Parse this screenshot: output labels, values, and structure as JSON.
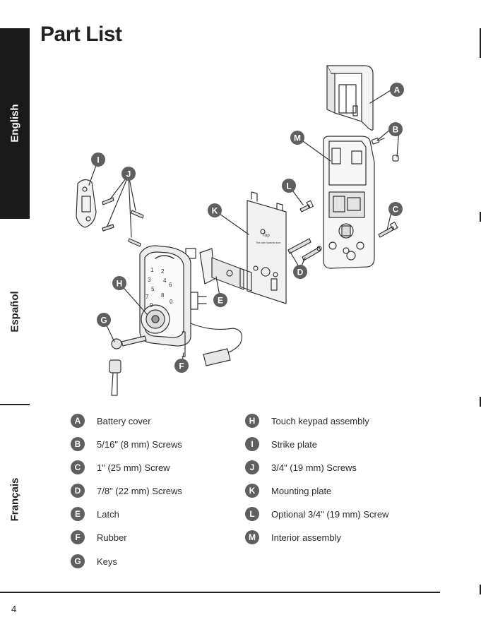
{
  "page": {
    "title": "Part List",
    "number": "4"
  },
  "language_tabs": [
    {
      "label": "English",
      "active": true
    },
    {
      "label": "Español",
      "active": false
    },
    {
      "label": "Français",
      "active": false
    }
  ],
  "diagram": {
    "callouts": [
      "A",
      "B",
      "C",
      "D",
      "E",
      "F",
      "G",
      "H",
      "I",
      "J",
      "K",
      "L",
      "M"
    ],
    "keypad_keys": [
      "1",
      "2",
      "3",
      "4",
      "5",
      "6",
      "7",
      "8",
      "9",
      "0"
    ],
    "mounting_plate_text": [
      "Top",
      "This side towards door"
    ]
  },
  "legend": {
    "left": [
      {
        "letter": "A",
        "label": "Battery cover"
      },
      {
        "letter": "B",
        "label": "5/16\" (8 mm) Screws"
      },
      {
        "letter": "C",
        "label": "1\" (25 mm) Screw"
      },
      {
        "letter": "D",
        "label": "7/8\" (22 mm) Screws"
      },
      {
        "letter": "E",
        "label": "Latch"
      },
      {
        "letter": "F",
        "label": "Rubber"
      },
      {
        "letter": "G",
        "label": "Keys"
      }
    ],
    "right": [
      {
        "letter": "H",
        "label": "Touch keypad assembly"
      },
      {
        "letter": "I",
        "label": "Strike plate"
      },
      {
        "letter": "J",
        "label": "3/4\" (19 mm) Screws"
      },
      {
        "letter": "K",
        "label": "Mounting plate"
      },
      {
        "letter": "L",
        "label": "Optional 3/4\" (19 mm) Screw"
      },
      {
        "letter": "M",
        "label": "Interior assembly"
      }
    ]
  },
  "colors": {
    "tab_active_bg": "#1a1a1a",
    "callout_fill": "#5f5f5f",
    "text": "#222222"
  }
}
